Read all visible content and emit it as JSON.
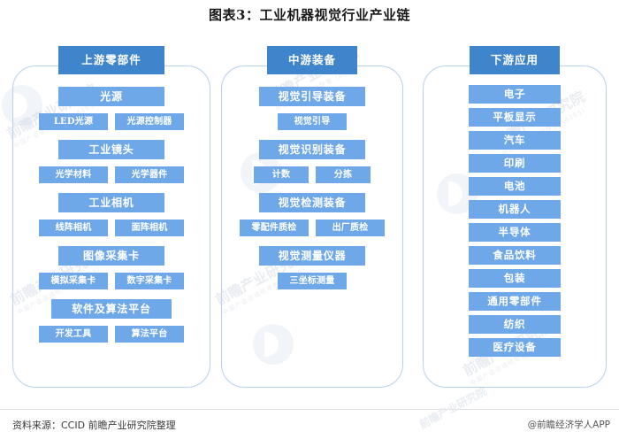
{
  "title": "图表3：工业机器视觉行业产业链",
  "colors": {
    "header_blue": "#3e85cc",
    "node_blue": "#6fa8e8",
    "bracket_border": "#b9d0ea",
    "title_text": "#1a1a1a"
  },
  "columns": [
    {
      "id": "upstream",
      "header": "上游零部件",
      "groups": [
        {
          "major": "光源",
          "subs": [
            "LED光源",
            "光源控制器"
          ]
        },
        {
          "major": "工业镜头",
          "subs": [
            "光学材料",
            "光学器件"
          ]
        },
        {
          "major": "工业相机",
          "subs": [
            "线阵相机",
            "面阵相机"
          ]
        },
        {
          "major": "图像采集卡",
          "subs": [
            "模拟采集卡",
            "数字采集卡"
          ]
        },
        {
          "major": "软件及算法平台",
          "subs": [
            "开发工具",
            "算法平台"
          ]
        }
      ]
    },
    {
      "id": "midstream",
      "header": "中游装备",
      "groups": [
        {
          "major": "视觉引导装备",
          "subs": [
            "视觉引导"
          ]
        },
        {
          "major": "视觉识别装备",
          "subs": [
            "计数",
            "分拣"
          ]
        },
        {
          "major": "视觉检测装备",
          "subs": [
            "零配件质检",
            "出厂质检"
          ]
        },
        {
          "major": "视觉测量仪器",
          "subs": [
            "三坐标测量"
          ]
        }
      ]
    },
    {
      "id": "downstream",
      "header": "下游应用",
      "apps": [
        "电子",
        "平板显示",
        "汽车",
        "印刷",
        "电池",
        "机器人",
        "半导体",
        "食品饮料",
        "包装",
        "通用零部件",
        "纺织",
        "医疗设备"
      ]
    }
  ],
  "footer": {
    "source": "资料来源：CCID 前瞻产业研究院整理",
    "brand": "@前瞻经济学人APP"
  },
  "watermarks": {
    "text": "前瞻产业研究院",
    "subtext": "中国产业咨询领导者（8395）"
  }
}
